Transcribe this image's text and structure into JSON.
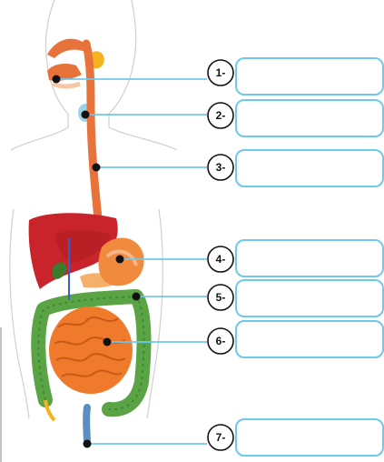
{
  "diagram": {
    "labels": [
      {
        "number": "1-",
        "answer": ""
      },
      {
        "number": "2-",
        "answer": ""
      },
      {
        "number": "3-",
        "answer": ""
      },
      {
        "number": "4-",
        "answer": ""
      },
      {
        "number": "5-",
        "answer": ""
      },
      {
        "number": "6-",
        "answer": ""
      },
      {
        "number": "7-",
        "answer": ""
      }
    ]
  },
  "colors": {
    "line": "#6ec9ec",
    "box_border": "#6ec9ec",
    "esophagus": "#e8733a",
    "liver": "#c9242b",
    "stomach": "#f08a3c",
    "large_intestine": "#5aa446",
    "small_intestine": "#f07a2b",
    "gallbladder": "#3d7a2e",
    "body_outline": "#cfcfcf",
    "dot": "#111111"
  }
}
